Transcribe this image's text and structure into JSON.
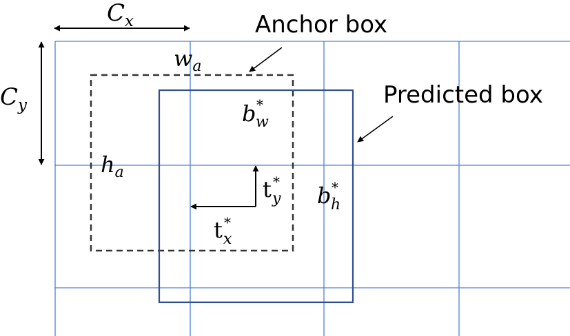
{
  "labels": {
    "anchor_box": "Anchor box",
    "predicted_box": "Predicted box"
  },
  "symbols": {
    "cx": {
      "base": "C",
      "sub": "x"
    },
    "cy": {
      "base": "C",
      "sub": "y"
    },
    "wa": {
      "base": "w",
      "sub": "a"
    },
    "ha": {
      "base": "h",
      "sub": "a"
    },
    "bw": {
      "base": "b",
      "sup": "*",
      "sub": "w"
    },
    "bh": {
      "base": "b",
      "sup": "*",
      "sub": "h"
    },
    "tx": {
      "base": "t",
      "sup": "*",
      "sub": "x"
    },
    "ty": {
      "base": "t",
      "sup": "*",
      "sub": "y"
    }
  },
  "colors": {
    "grid": "#4f7fd9",
    "predicted_box": "#2f4f8f",
    "anchor_box": "#333333",
    "arrow": "#000000"
  }
}
